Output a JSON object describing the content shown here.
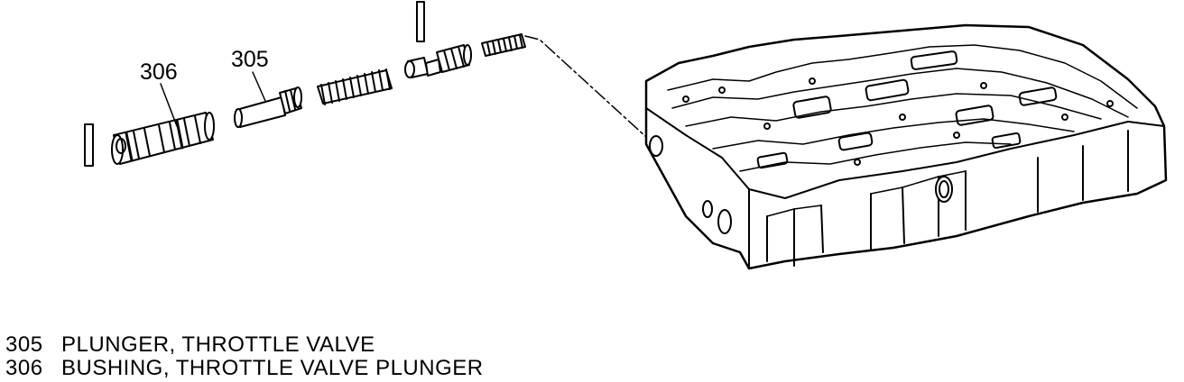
{
  "callouts": {
    "part_306": "306",
    "part_305": "305"
  },
  "legend": [
    {
      "number": "305",
      "description": "PLUNGER, THROTTLE VALVE"
    },
    {
      "number": "306",
      "description": "BUSHING, THROTTLE VALVE PLUNGER"
    }
  ]
}
